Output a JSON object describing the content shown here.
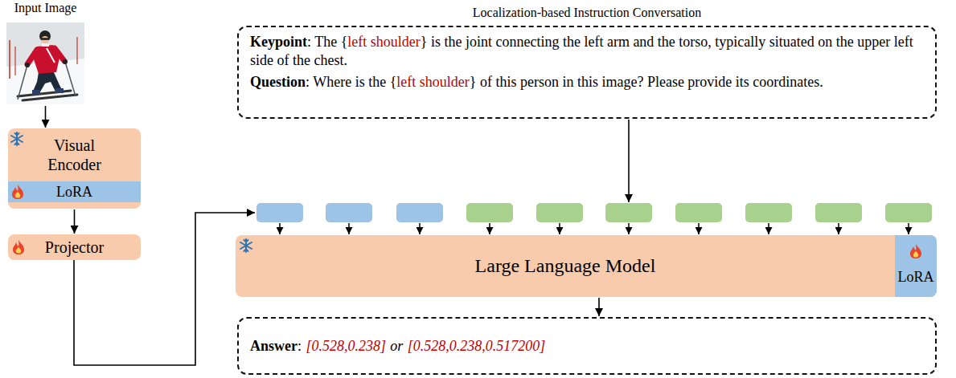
{
  "diagram": {
    "nodes": [
      {
        "text": [
          "Input Image"
        ]
      },
      {
        "text": [
          "Visual Encoder"
        ]
      },
      {
        "text": [
          "LoRA"
        ],
        "in": 1
      },
      {
        "text": [
          "Projector"
        ]
      },
      {
        "text": [
          "Localization-based Instruction Conversation",
          "Keypoint",
          ": The {",
          "left shoulder",
          "} is the joint connecting the left arm and the torso, typically situated on the upper left side of the chest.",
          "Question",
          ": Where is the {",
          "left shoulder",
          "} of this person in this image? Please provide its coordinates."
        ]
      },
      {
        "text": [
          "Large Language Model"
        ]
      },
      {
        "text": [
          "LoRA"
        ],
        "in": 5
      },
      {
        "text": [
          "Answer",
          ":",
          "[0.528,0.238]",
          "or",
          "[0.528,0.238,0.517200]"
        ]
      }
    ],
    "edges": [
      {
        "from": 0,
        "to": 1,
        "arrow": "to"
      },
      {
        "from": 1,
        "to": 3,
        "arrow": "to"
      },
      {
        "from": 3,
        "to": 5,
        "arrow": "to"
      },
      {
        "from": 4,
        "to": 5,
        "arrow": "to"
      },
      {
        "from": 5,
        "to": 7,
        "arrow": "to"
      }
    ]
  }
}
